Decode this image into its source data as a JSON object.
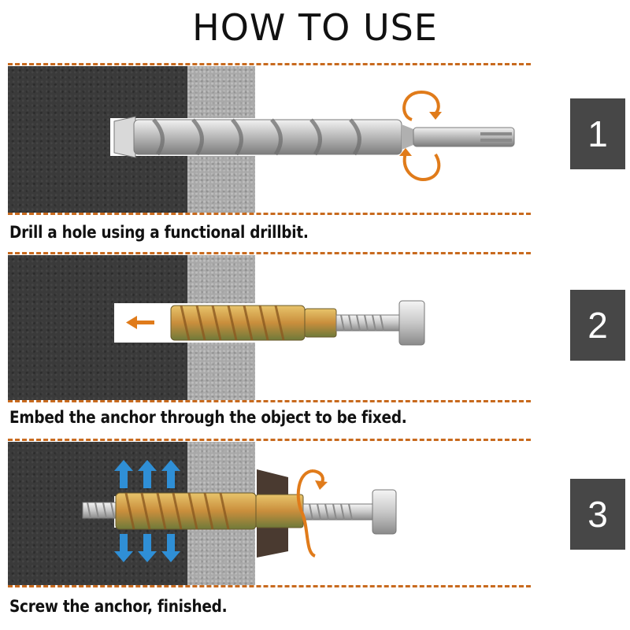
{
  "title": "HOW TO USE",
  "steps": [
    {
      "number": "1",
      "caption": "Drill a hole using a functional drillbit."
    },
    {
      "number": "2",
      "caption": "Embed the anchor through the object to be fixed."
    },
    {
      "number": "3",
      "caption": "Screw the anchor, finished."
    }
  ],
  "colors": {
    "accent_orange": "#c86a1e",
    "wall_dark": "#3a3a3a",
    "wall_light": "#a9a9a9",
    "step_box": "#474747",
    "arrow_blue": "#2f8fd6"
  },
  "icons": [
    "rotation-arrow-icon",
    "left-arrow-icon",
    "expand-arrows-icon"
  ]
}
